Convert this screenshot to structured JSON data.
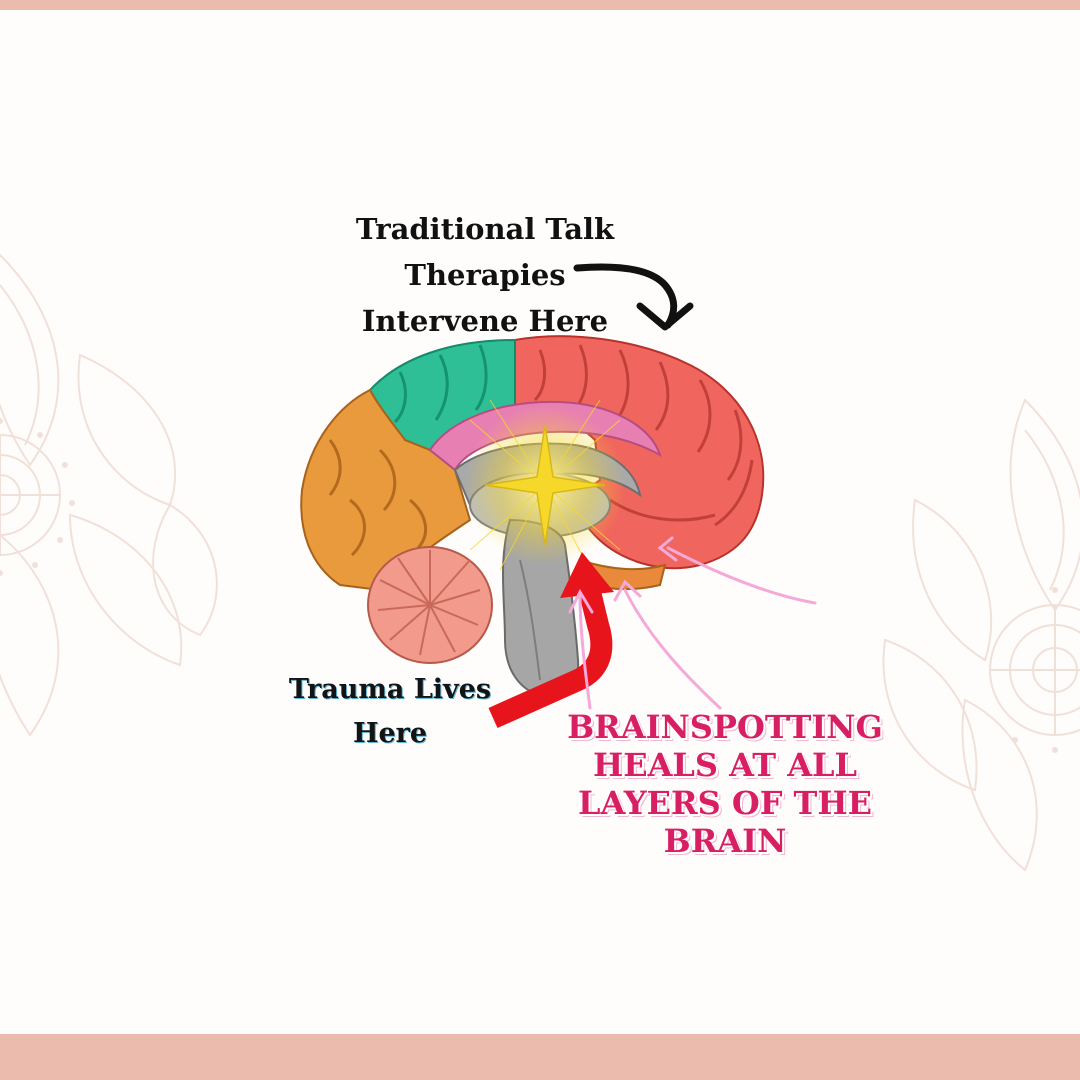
{
  "colors": {
    "frame_bar": "#ebbcae",
    "mandala": "#e8c9bd",
    "arrow_black": "#111111",
    "arrow_red": "#e8141c",
    "arrow_pink": "#f5a9d8",
    "heal_text": "#d81f63",
    "frontal_lobe": "#f0665e",
    "parietal_lobe": "#2fbf97",
    "occipital_lobe": "#e89a3c",
    "cerebellum": "#f29a8c",
    "limbic": "#e87fb3",
    "brainstem": "#a6a6a6",
    "spark": "#f5d82a"
  },
  "labels": {
    "talk_therapy": [
      "Traditional Talk",
      "Therapies",
      "Intervene Here"
    ],
    "trauma": [
      "Trauma Lives",
      "Here"
    ],
    "brainspotting": [
      "BRAINSPOTTING",
      "HEALS AT ALL",
      "LAYERS OF THE",
      "BRAIN"
    ]
  },
  "icons": {
    "decor_left": "mandala-icon",
    "decor_right": "mandala-icon",
    "center": "sparkle-icon"
  }
}
